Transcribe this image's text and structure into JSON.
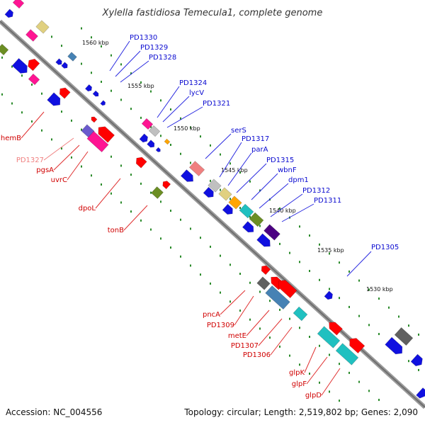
{
  "title": "Xylella fastidiosa Temecula1, complete genome",
  "footer": {
    "accession": "Accession: NC_004556",
    "topology": "Topology: circular; Length: 2,519,802 bp; Genes: 2,090"
  },
  "colors": {
    "background": "#ffffff",
    "backbone": "#808080",
    "tick": "#2a8a2a",
    "label_plus": "#0a0ad0",
    "label_minus": "#d00000",
    "label_pseudo": "#f08080",
    "leader_plus": "#2a2ae0",
    "leader_minus": "#e03030"
  },
  "scale": {
    "unit": "kbp",
    "ticks": [
      {
        "kbp": 1560,
        "label": "1560 kbp"
      },
      {
        "kbp": 1555,
        "label": "1555 kbp"
      },
      {
        "kbp": 1550,
        "label": "1550 kbp"
      },
      {
        "kbp": 1545,
        "label": "1545 kbp"
      },
      {
        "kbp": 1540,
        "label": "1540 kbp"
      },
      {
        "kbp": 1535,
        "label": "1535 kbp"
      },
      {
        "kbp": 1530,
        "label": "1530 kbp"
      }
    ]
  },
  "gene_labels": [
    {
      "name": "PD1330",
      "strand": "plus"
    },
    {
      "name": "PD1329",
      "strand": "plus"
    },
    {
      "name": "PD1328",
      "strand": "plus"
    },
    {
      "name": "PD1324",
      "strand": "plus"
    },
    {
      "name": "lycV",
      "strand": "plus"
    },
    {
      "name": "PD1321",
      "strand": "plus"
    },
    {
      "name": "serS",
      "strand": "plus"
    },
    {
      "name": "PD1317",
      "strand": "plus"
    },
    {
      "name": "parA",
      "strand": "plus"
    },
    {
      "name": "PD1315",
      "strand": "plus"
    },
    {
      "name": "wbnF",
      "strand": "plus"
    },
    {
      "name": "dpm1",
      "strand": "plus"
    },
    {
      "name": "PD1312",
      "strand": "plus"
    },
    {
      "name": "PD1311",
      "strand": "plus"
    },
    {
      "name": "PD1305",
      "strand": "plus"
    },
    {
      "name": "hemB",
      "strand": "minus"
    },
    {
      "name": "PD1327",
      "strand": "pseudo"
    },
    {
      "name": "pgsA",
      "strand": "minus"
    },
    {
      "name": "uvrC",
      "strand": "minus"
    },
    {
      "name": "dpoL",
      "strand": "minus"
    },
    {
      "name": "tonB",
      "strand": "minus"
    },
    {
      "name": "pncA",
      "strand": "minus"
    },
    {
      "name": "PD1309",
      "strand": "minus"
    },
    {
      "name": "metE",
      "strand": "minus"
    },
    {
      "name": "PD1307",
      "strand": "minus"
    },
    {
      "name": "PD1306",
      "strand": "minus"
    },
    {
      "name": "glpK",
      "strand": "minus"
    },
    {
      "name": "glpF",
      "strand": "minus"
    },
    {
      "name": "glpD",
      "strand": "minus"
    }
  ]
}
